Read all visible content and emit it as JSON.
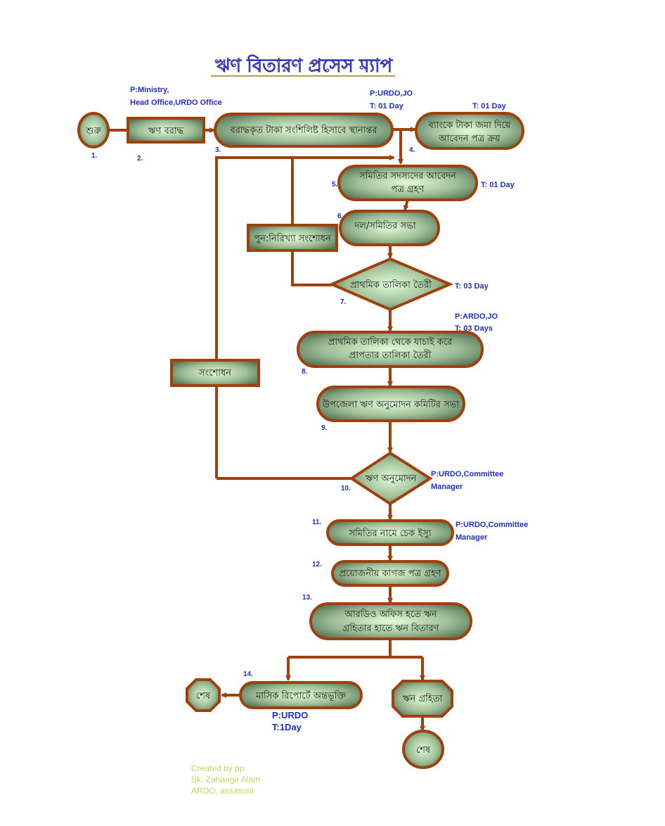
{
  "title": "ঋণ বিতারণ প্রসেস ম্যাপ",
  "colors": {
    "stroke": "#a0400c",
    "fill_center": "#d8f5d0",
    "fill_edge": "#5f7f5f",
    "annotation": "#1f2fbf",
    "credit": "#c6d65a"
  },
  "nodes": {
    "start": {
      "label": "শুরু",
      "num": "1."
    },
    "n2": {
      "label": "ঋণ বরাদ্ধ",
      "num": "2.",
      "person": "P:Ministry,",
      "person2": "Head Office,URDO Office"
    },
    "n3": {
      "label": "বরাদ্ধকৃত টাকা সংশিলিষ্ট হিসাবে স্থানান্তর",
      "num": "3.",
      "person": "P:URDO,JO",
      "time": "T: 01 Day"
    },
    "n4": {
      "line1": "ব্যাংকে টাকা জমা দিয়ে",
      "line2": "আবেদন পত্র ক্রয়",
      "num": "4.",
      "time": "T: 01 Day"
    },
    "n5": {
      "line1": "সমিতির সদস্যদের আবেদন",
      "line2": "পত্র গ্রহণ",
      "num": "5.",
      "time": "T: 01 Day"
    },
    "n6": {
      "label": "দল/সমিতির সভা",
      "num": "6."
    },
    "recheck": {
      "label": "পুন:নিরিখ্যা সংশোধন"
    },
    "n7": {
      "label": "প্রাথমিক তালিকা তৈরী",
      "num": "7.",
      "time": "T: 03 Day"
    },
    "n8": {
      "line1": "প্রাথমিক তালিকা থেকে যাচাই করে",
      "line2": "প্রাপতার তালিকা তৈরী",
      "num": "8.",
      "person": "P:ARDO,JO",
      "time": "T: 03 Days"
    },
    "revise": {
      "label": "সংশোধন"
    },
    "n9": {
      "label": "উপজেলা ঋণ অনুমোদন কমিটির সভা",
      "num": "9."
    },
    "n10": {
      "label": "ঋণ অনুমোদন",
      "num": "10.",
      "person": "P:URDO,Committee",
      "person2": "Manager"
    },
    "n11": {
      "label": "সমিতির নামে চেক ইস্যু",
      "num": "11.",
      "person": "P:URDO,Committee",
      "person2": "Manager"
    },
    "n12": {
      "label": "প্রয়োজনীয় কাগজ পত্র গ্রহণ",
      "num": "12."
    },
    "n13": {
      "line1": "আরডিও অফিস হতে ঋন",
      "line2": "গ্রহিতার হাতে ঋন বিতারণ",
      "num": "13."
    },
    "n14": {
      "label": "মাসিক রিপোর্টে অন্তভূক্তি",
      "num": "14.",
      "person": "P:URDO",
      "time": "T:1Day"
    },
    "end1": {
      "label": "শেষ"
    },
    "borrower": {
      "label": "ঋন গ্রহিতা"
    },
    "end2": {
      "label": "শেষ"
    }
  },
  "credit": {
    "line1": "Created by pp:",
    "line2": "Sk. Zahangir Alam",
    "line3": "ARDO, assasuni"
  }
}
